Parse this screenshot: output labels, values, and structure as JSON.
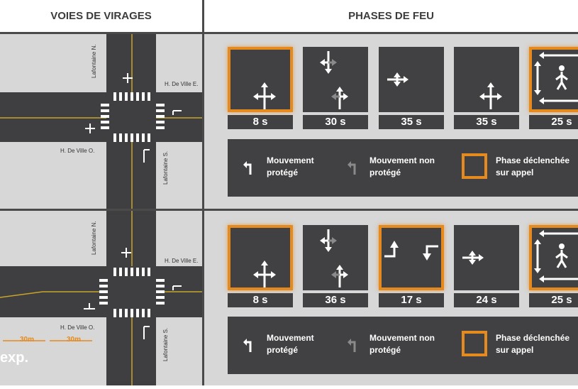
{
  "headers": {
    "left": "VOIES DE VIRAGES",
    "right": "PHASES DE FEU"
  },
  "streets": {
    "north": "Lafontaine N.",
    "south": "Lafontaine S.",
    "east": "H. De Ville E.",
    "west": "H. De Ville O."
  },
  "rows": [
    {
      "phases": [
        {
          "duration": "8 s",
          "triggered": true,
          "icon": "four-way-arrow-icon"
        },
        {
          "duration": "30 s",
          "triggered": false,
          "icon": "through-left-permitted-icon"
        },
        {
          "duration": "35 s",
          "triggered": false,
          "icon": "east-west-arrow-icon"
        },
        {
          "duration": "35 s",
          "triggered": false,
          "icon": "four-way-arrow-icon"
        },
        {
          "duration": "25 s",
          "triggered": true,
          "icon": "pedestrian-icon"
        }
      ],
      "legend": {
        "protected": "Mouvement protégé",
        "permitted": "Mouvement non protégé",
        "on_call": "Phase déclenchée sur appel"
      }
    },
    {
      "phases": [
        {
          "duration": "8 s",
          "triggered": true,
          "icon": "four-way-arrow-icon"
        },
        {
          "duration": "36 s",
          "triggered": false,
          "icon": "through-left-permitted-icon"
        },
        {
          "duration": "17 s",
          "triggered": true,
          "icon": "protected-left-turn-icon"
        },
        {
          "duration": "24 s",
          "triggered": false,
          "icon": "east-west-arrow-icon"
        },
        {
          "duration": "25 s",
          "triggered": true,
          "icon": "pedestrian-icon"
        }
      ],
      "legend": {
        "protected": "Mouvement protégé",
        "permitted": "Mouvement non protégé",
        "on_call": "Phase déclenchée sur appel"
      }
    }
  ],
  "distances": [
    "30m",
    "30m"
  ],
  "logo": "exp.",
  "colors": {
    "road": "#3f3f41",
    "panel": "#d7d7d7",
    "accent": "#e58a1f",
    "tile": "#414143"
  }
}
